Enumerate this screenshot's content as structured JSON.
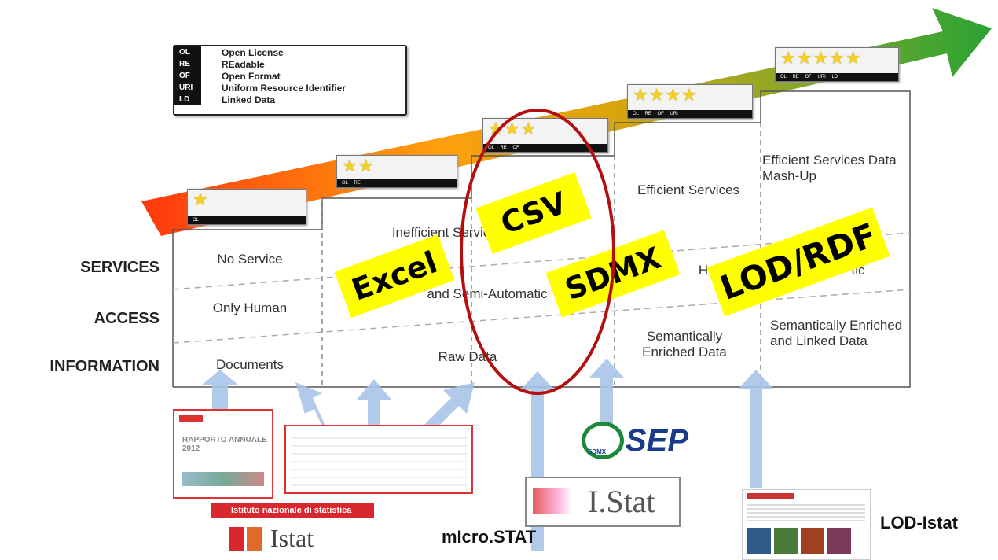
{
  "legend": [
    {
      "code": "OL",
      "label": "Open License"
    },
    {
      "code": "RE",
      "label": "REadable"
    },
    {
      "code": "OF",
      "label": "Open Format"
    },
    {
      "code": "URI",
      "label": "Uniform Resource Identifier"
    },
    {
      "code": "LD",
      "label": "Linked Data"
    }
  ],
  "badges": [
    {
      "stars": "★",
      "codes": "OL"
    },
    {
      "stars": "★★",
      "codes": "OL RE"
    },
    {
      "stars": "★★★",
      "codes": "OL RE OF"
    },
    {
      "stars": "★★★★",
      "codes": "OL RE OF URI"
    },
    {
      "stars": "★★★★★",
      "codes": "OL RE OF URI LD"
    }
  ],
  "rows": {
    "services": "SERVICES",
    "access": "ACCESS",
    "information": "INFORMATION"
  },
  "cells": {
    "no_service": "No Service",
    "only_human": "Only Human",
    "documents": "Documents",
    "inefficient_services": "Inefficient Services",
    "semi_automatic": "and Semi-Automatic",
    "raw_data": "Raw Data",
    "efficient_services": "Efficient Services",
    "semantically_enriched": "Semantically Enriched Data",
    "efficient_mashup": "Efficient Services Data Mash-Up",
    "semantic_linked": "Semantically Enriched and Linked Data",
    "h_partial": "H",
    "tic_partial": "tic"
  },
  "tags": {
    "excel": "Excel",
    "csv": "CSV",
    "sdmx": "SDMX",
    "lod": "LOD/RDF"
  },
  "bottom": {
    "istat_banner": "Istituto nazionale di statistica",
    "istat_logo": "Istat",
    "istat_report": "RAPPORTO ANNUALE 2012",
    "sep_logo": "SEP",
    "sdmx_small": "SDMX",
    "istat_stat": "I.Stat",
    "microstat": "mIcro.STAT",
    "lod_istat": "LOD-Istat"
  },
  "colors": {
    "arrow_start": "#ff2d00",
    "arrow_mid": "#ff9a00",
    "arrow_end": "#1e9e2a",
    "tag": "#ffff00",
    "ellipse": "#b40f0f"
  }
}
